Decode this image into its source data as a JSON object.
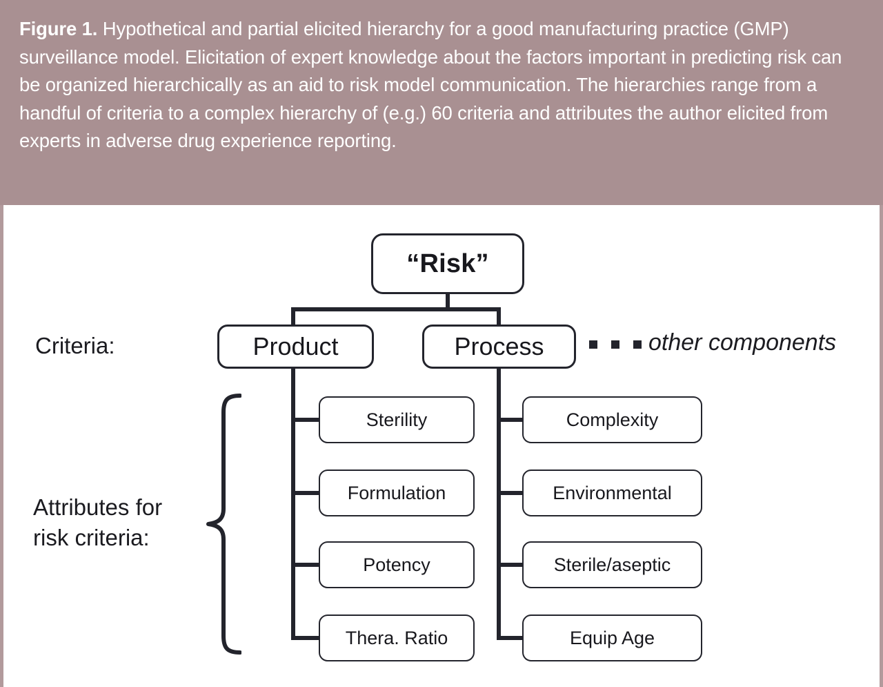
{
  "caption": {
    "label": "Figure 1.",
    "text": " Hypothetical and partial elicited hierarchy for a good manufacturing practice (GMP) surveillance model. Elicitation of expert knowledge about the factors important in predicting risk can be organized hierarchically as an aid to risk model communication. The hierarchies range from a handful of criteria to a complex hierarchy of (e.g.) 60 criteria and attributes the author elicited from experts in adverse drug experience reporting."
  },
  "colors": {
    "caption_background": "#a99092",
    "caption_text": "#ffffff",
    "border": "#b29a9c",
    "line": "#23242c",
    "node_fill": "#ffffff",
    "node_text": "#18181d"
  },
  "diagram": {
    "root": {
      "label": "“Risk”"
    },
    "row_labels": {
      "criteria": "Criteria:",
      "attributes": "Attributes for\nrisk criteria:"
    },
    "criteria": [
      {
        "label": "Product"
      },
      {
        "label": "Process"
      }
    ],
    "other": {
      "ellipsis": "▪ ▪ ▪",
      "label": "other components"
    },
    "attributes": {
      "product": [
        {
          "label": "Sterility"
        },
        {
          "label": "Formulation"
        },
        {
          "label": "Potency"
        },
        {
          "label": "Thera. Ratio"
        }
      ],
      "process": [
        {
          "label": "Complexity"
        },
        {
          "label": "Environmental"
        },
        {
          "label": "Sterile/aseptic"
        },
        {
          "label": "Equip Age"
        }
      ]
    }
  }
}
